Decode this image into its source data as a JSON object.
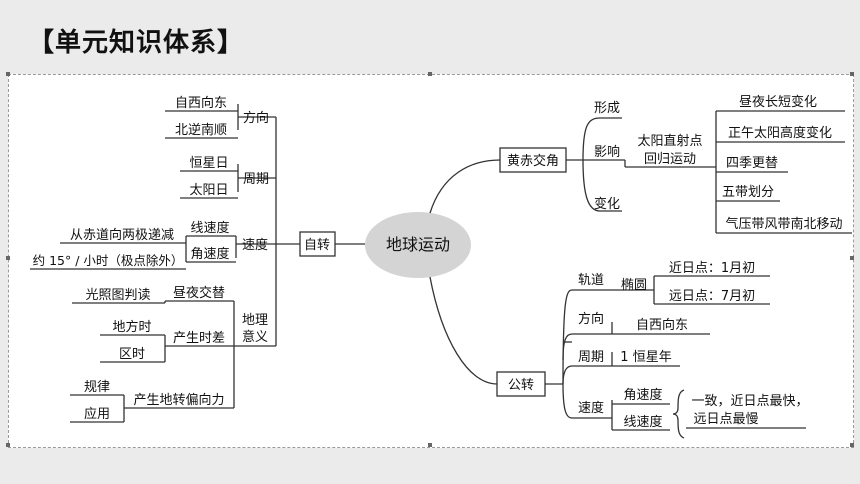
{
  "title": "【单元知识体系】",
  "center": "地球运动",
  "rotation": {
    "label": "自转",
    "direction": {
      "label": "方向",
      "items": [
        "自西向东",
        "北逆南顺"
      ]
    },
    "period": {
      "label": "周期",
      "items": [
        "恒星日",
        "太阳日"
      ]
    },
    "speed": {
      "label": "速度",
      "linear": "线速度",
      "linear_desc": "从赤道向两极递减",
      "angular": "角速度",
      "angular_desc": "约 15° / 小时（极点除外）"
    },
    "significance": {
      "label_line1": "地理",
      "label_line2": "意义",
      "daynight": "昼夜交替",
      "daynight_desc": "光照图判读",
      "timediff": "产生时差",
      "timediff_items": [
        "地方时",
        "区时"
      ],
      "deflection": "产生地转偏向力",
      "deflection_items": [
        "规律",
        "应用"
      ]
    }
  },
  "obliquity": {
    "label": "黄赤交角",
    "formation": "形成",
    "influence": "影响",
    "direct_line1": "太阳直射点",
    "direct_line2": "回归运动",
    "effects": [
      "昼夜长短变化",
      "正午太阳高度变化",
      "四季更替",
      "五带划分",
      "气压带风带南北移动"
    ],
    "change": "变化"
  },
  "revolution": {
    "label": "公转",
    "orbit": "轨道",
    "orbit_shape": "椭圆",
    "perihelion": "近日点：1月初",
    "aphelion": "远日点：7月初",
    "direction": "方向",
    "direction_value": "自西向东",
    "period": "周期",
    "period_value": "1 恒星年",
    "speed": "速度",
    "angular": "角速度",
    "linear": "线速度",
    "speed_desc_line1": "一致，近日点最快，",
    "speed_desc_line2": "远日点最慢"
  }
}
